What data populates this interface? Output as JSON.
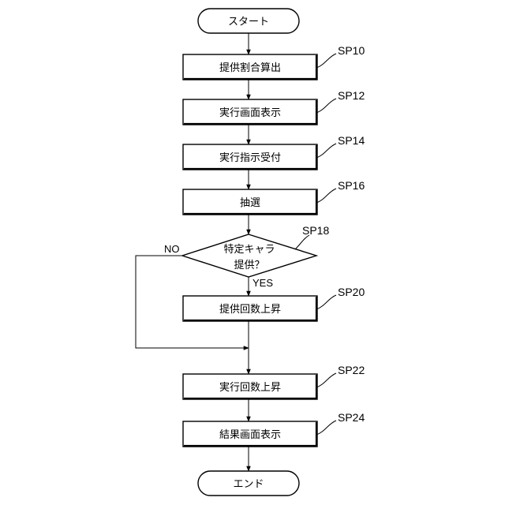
{
  "flowchart": {
    "start": "スタート",
    "end": "エンド",
    "steps": [
      {
        "id": "SP10",
        "text": "提供割合算出"
      },
      {
        "id": "SP12",
        "text": "実行画面表示"
      },
      {
        "id": "SP14",
        "text": "実行指示受付"
      },
      {
        "id": "SP16",
        "text": "抽選"
      },
      {
        "id": "SP20",
        "text": "提供回数上昇"
      },
      {
        "id": "SP22",
        "text": "実行回数上昇"
      },
      {
        "id": "SP24",
        "text": "結果画面表示"
      }
    ],
    "decision": {
      "id": "SP18",
      "line1": "特定キャラ",
      "line2": "提供？",
      "yes": "YES",
      "no": "NO"
    }
  }
}
